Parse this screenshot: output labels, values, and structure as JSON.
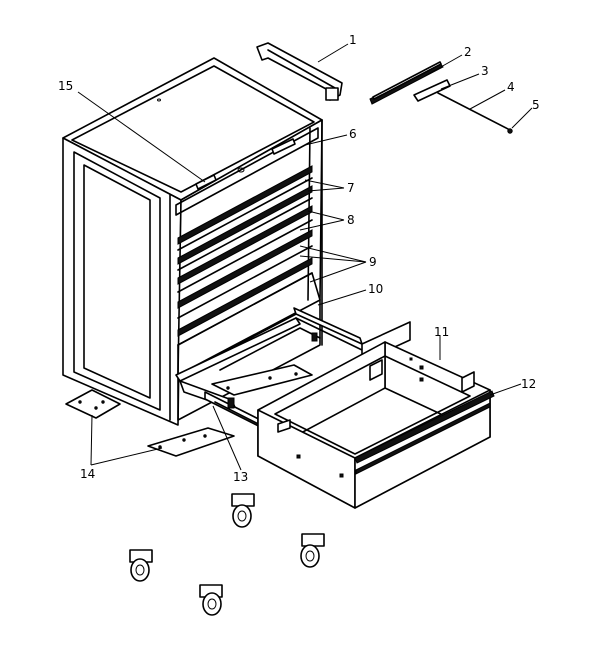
{
  "callouts": [
    {
      "key": "c1",
      "text": "1"
    },
    {
      "key": "c2",
      "text": "2"
    },
    {
      "key": "c3",
      "text": "3"
    },
    {
      "key": "c4",
      "text": "4"
    },
    {
      "key": "c5",
      "text": "5"
    },
    {
      "key": "c6",
      "text": "6"
    },
    {
      "key": "c7",
      "text": "7"
    },
    {
      "key": "c8",
      "text": "8"
    },
    {
      "key": "c9",
      "text": "9"
    },
    {
      "key": "c10",
      "text": "10"
    },
    {
      "key": "c11",
      "text": "11"
    },
    {
      "key": "c12",
      "text": "12"
    },
    {
      "key": "c13",
      "text": "13"
    },
    {
      "key": "c14",
      "text": "14"
    },
    {
      "key": "c15",
      "text": "15"
    }
  ]
}
